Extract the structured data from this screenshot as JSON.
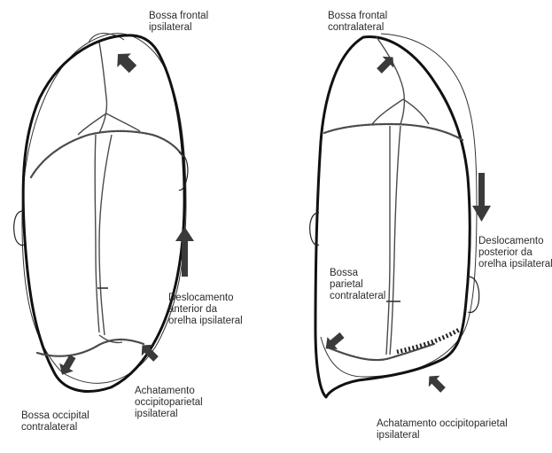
{
  "left_figure": {
    "labels": {
      "frontal_bossing_line1": "Bossa frontal",
      "frontal_bossing_line2": "ipsilateral",
      "ear_shift_line1": "Deslocamento",
      "ear_shift_line2": "anterior da",
      "ear_shift_line3": "orelha ipsilateral",
      "flattening_line1": "Achatamento",
      "flattening_line2": "occipitoparietal",
      "flattening_line3": "ipsilateral",
      "occipital_bossing_line1": "Bossa occipital",
      "occipital_bossing_line2": "contralateral"
    }
  },
  "right_figure": {
    "labels": {
      "frontal_bossing_line1": "Bossa frontal",
      "frontal_bossing_line2": "contralateral",
      "ear_shift_line1": "Deslocamento",
      "ear_shift_line2": "posterior da",
      "ear_shift_line3": "orelha ipsilateral",
      "parietal_bossing_line1": "Bossa",
      "parietal_bossing_line2": "parietal",
      "parietal_bossing_line3": "contralateral",
      "flattening_line1": "Achatamento occipitoparietal",
      "flattening_line2": "ipsilateral"
    }
  },
  "colors": {
    "outline": "#111111",
    "suture": "#4a4a4a",
    "arrow": "#3a3a3a",
    "text": "#2b2b2b"
  }
}
